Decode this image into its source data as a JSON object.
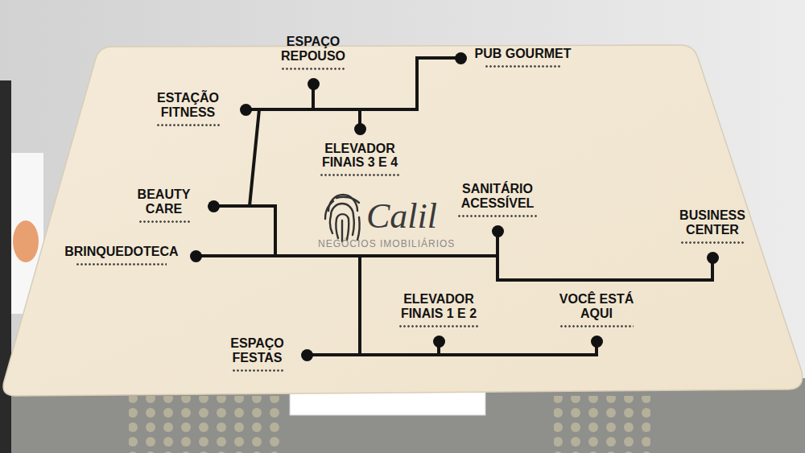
{
  "diagram": {
    "nodes": [
      {
        "text": [
          "ESPAÇO REPOUSO"
        ]
      },
      {
        "text": [
          "PUB GOURMET"
        ]
      },
      {
        "text": [
          "ESTAÇÃO FITNESS"
        ]
      },
      {
        "text": [
          "ELEVADOR FINAIS 3 E 4"
        ]
      },
      {
        "text": [
          "BEAUTY CARE"
        ]
      },
      {
        "text": [
          "SANITÁRIO ACESSÍVEL"
        ]
      },
      {
        "text": [
          "BUSINESS CENTER"
        ]
      },
      {
        "text": [
          "BRINQUEDOTECA"
        ]
      },
      {
        "text": [
          "ELEVADOR FINAIS 1 E 2"
        ]
      },
      {
        "text": [
          "VOCÊ ESTÁ AQUI"
        ]
      },
      {
        "text": [
          "ESPAÇO FESTAS"
        ]
      }
    ],
    "edges": [
      {
        "from": 2,
        "to": 0,
        "arrow": "none"
      },
      {
        "from": 2,
        "to": 3,
        "arrow": "none"
      },
      {
        "from": 2,
        "to": 1,
        "arrow": "none"
      },
      {
        "from": 2,
        "to": 4,
        "arrow": "none"
      },
      {
        "from": 4,
        "to": 7,
        "arrow": "none"
      },
      {
        "from": 7,
        "to": 5,
        "arrow": "none"
      },
      {
        "from": 5,
        "to": 6,
        "arrow": "none"
      },
      {
        "from": 7,
        "to": 10,
        "arrow": "none"
      },
      {
        "from": 10,
        "to": 8,
        "arrow": "none"
      },
      {
        "from": 8,
        "to": 9,
        "arrow": "none"
      }
    ],
    "labels": [
      "Calil",
      "NEGÓCIOS IMOBILIÁRIOS"
    ]
  }
}
